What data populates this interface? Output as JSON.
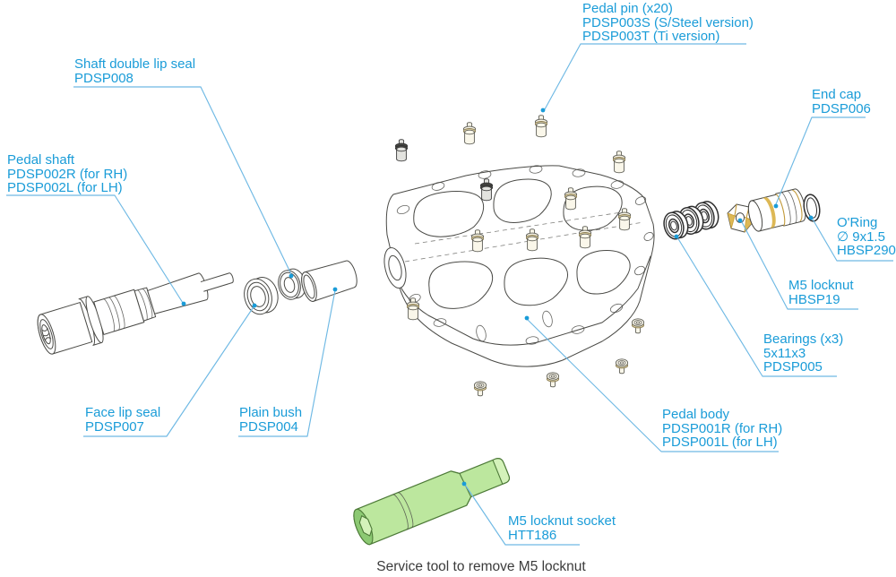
{
  "diagram": {
    "caption": "Service tool to remove M5 locknut",
    "labels": {
      "pedal_pin": {
        "lines": [
          "Pedal pin (x20)",
          "PDSP003S (S/Steel version)",
          "PDSP003T (Ti version)"
        ]
      },
      "shaft_seal": {
        "lines": [
          "Shaft double lip seal",
          "PDSP008"
        ]
      },
      "pedal_shaft": {
        "lines": [
          "Pedal shaft",
          "PDSP002R (for RH)",
          "PDSP002L (for LH)"
        ]
      },
      "end_cap": {
        "lines": [
          "End cap",
          "PDSP006"
        ]
      },
      "o_ring": {
        "lines": [
          "O'Ring",
          "∅ 9x1.5",
          "HBSP290"
        ]
      },
      "m5_locknut": {
        "lines": [
          "M5 locknut",
          "HBSP19"
        ]
      },
      "bearings": {
        "lines": [
          "Bearings (x3)",
          "5x11x3",
          "PDSP005"
        ]
      },
      "face_seal": {
        "lines": [
          "Face lip seal",
          "PDSP007"
        ]
      },
      "plain_bush": {
        "lines": [
          "Plain bush",
          "PDSP004"
        ]
      },
      "pedal_body": {
        "lines": [
          "Pedal body",
          "PDSP001R (for RH)",
          "PDSP001L (for LH)"
        ]
      },
      "socket_tool": {
        "lines": [
          "M5 locknut socket",
          "HTT186"
        ]
      }
    },
    "colors": {
      "label_blue": "#1a9cd8",
      "leader_blue": "#6fb9e4",
      "line_dark": "#4a4a46",
      "accent_gold": "#d9b043",
      "tool_green": "#bce79e",
      "tool_green_dark": "#4d7a38",
      "caption_dark": "#3b3b3b"
    }
  }
}
